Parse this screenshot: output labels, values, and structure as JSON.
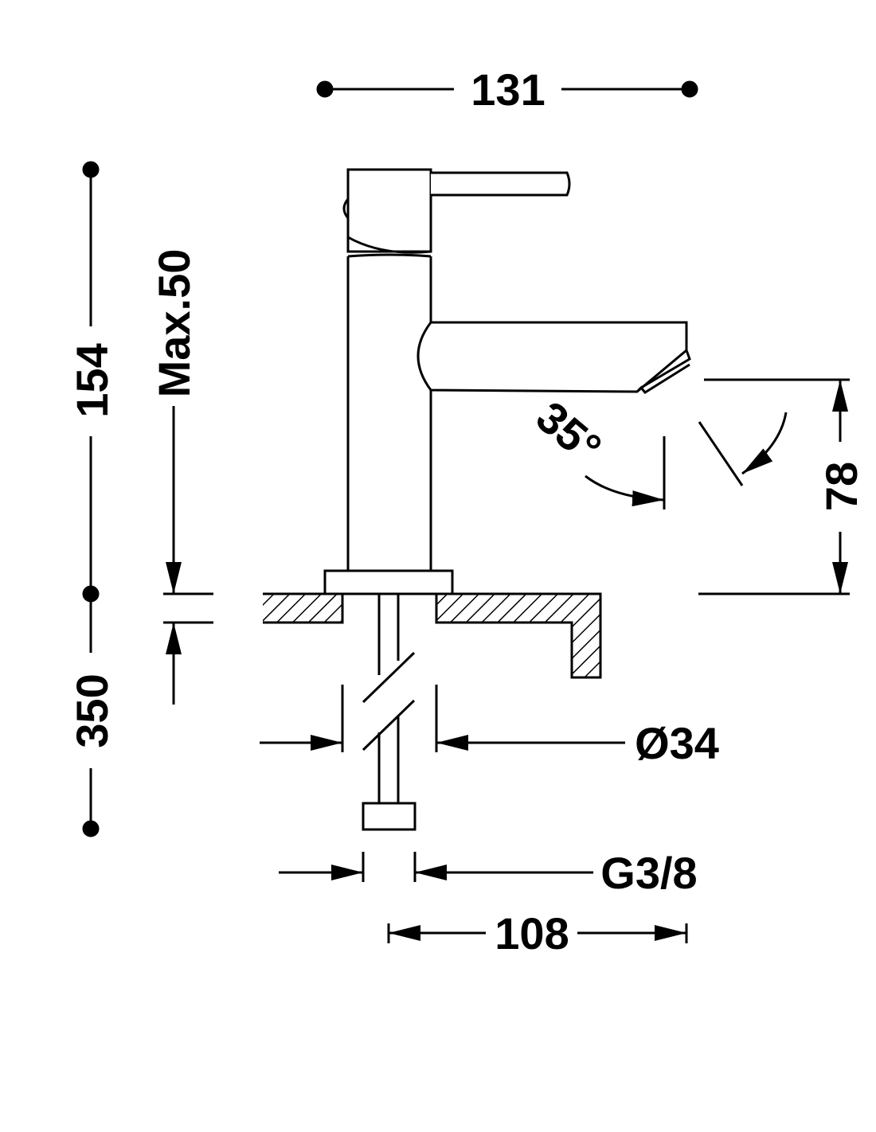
{
  "diagram": {
    "line_color": "#000000",
    "background": "#ffffff",
    "labels": {
      "width_total": "131",
      "height_total": "154",
      "deck_max": "Max.50",
      "hose_length": "350",
      "spout_height": "78",
      "spout_angle": "35°",
      "shank_diameter": "Ø34",
      "connection_thread": "G3/8",
      "spout_reach": "108"
    }
  }
}
